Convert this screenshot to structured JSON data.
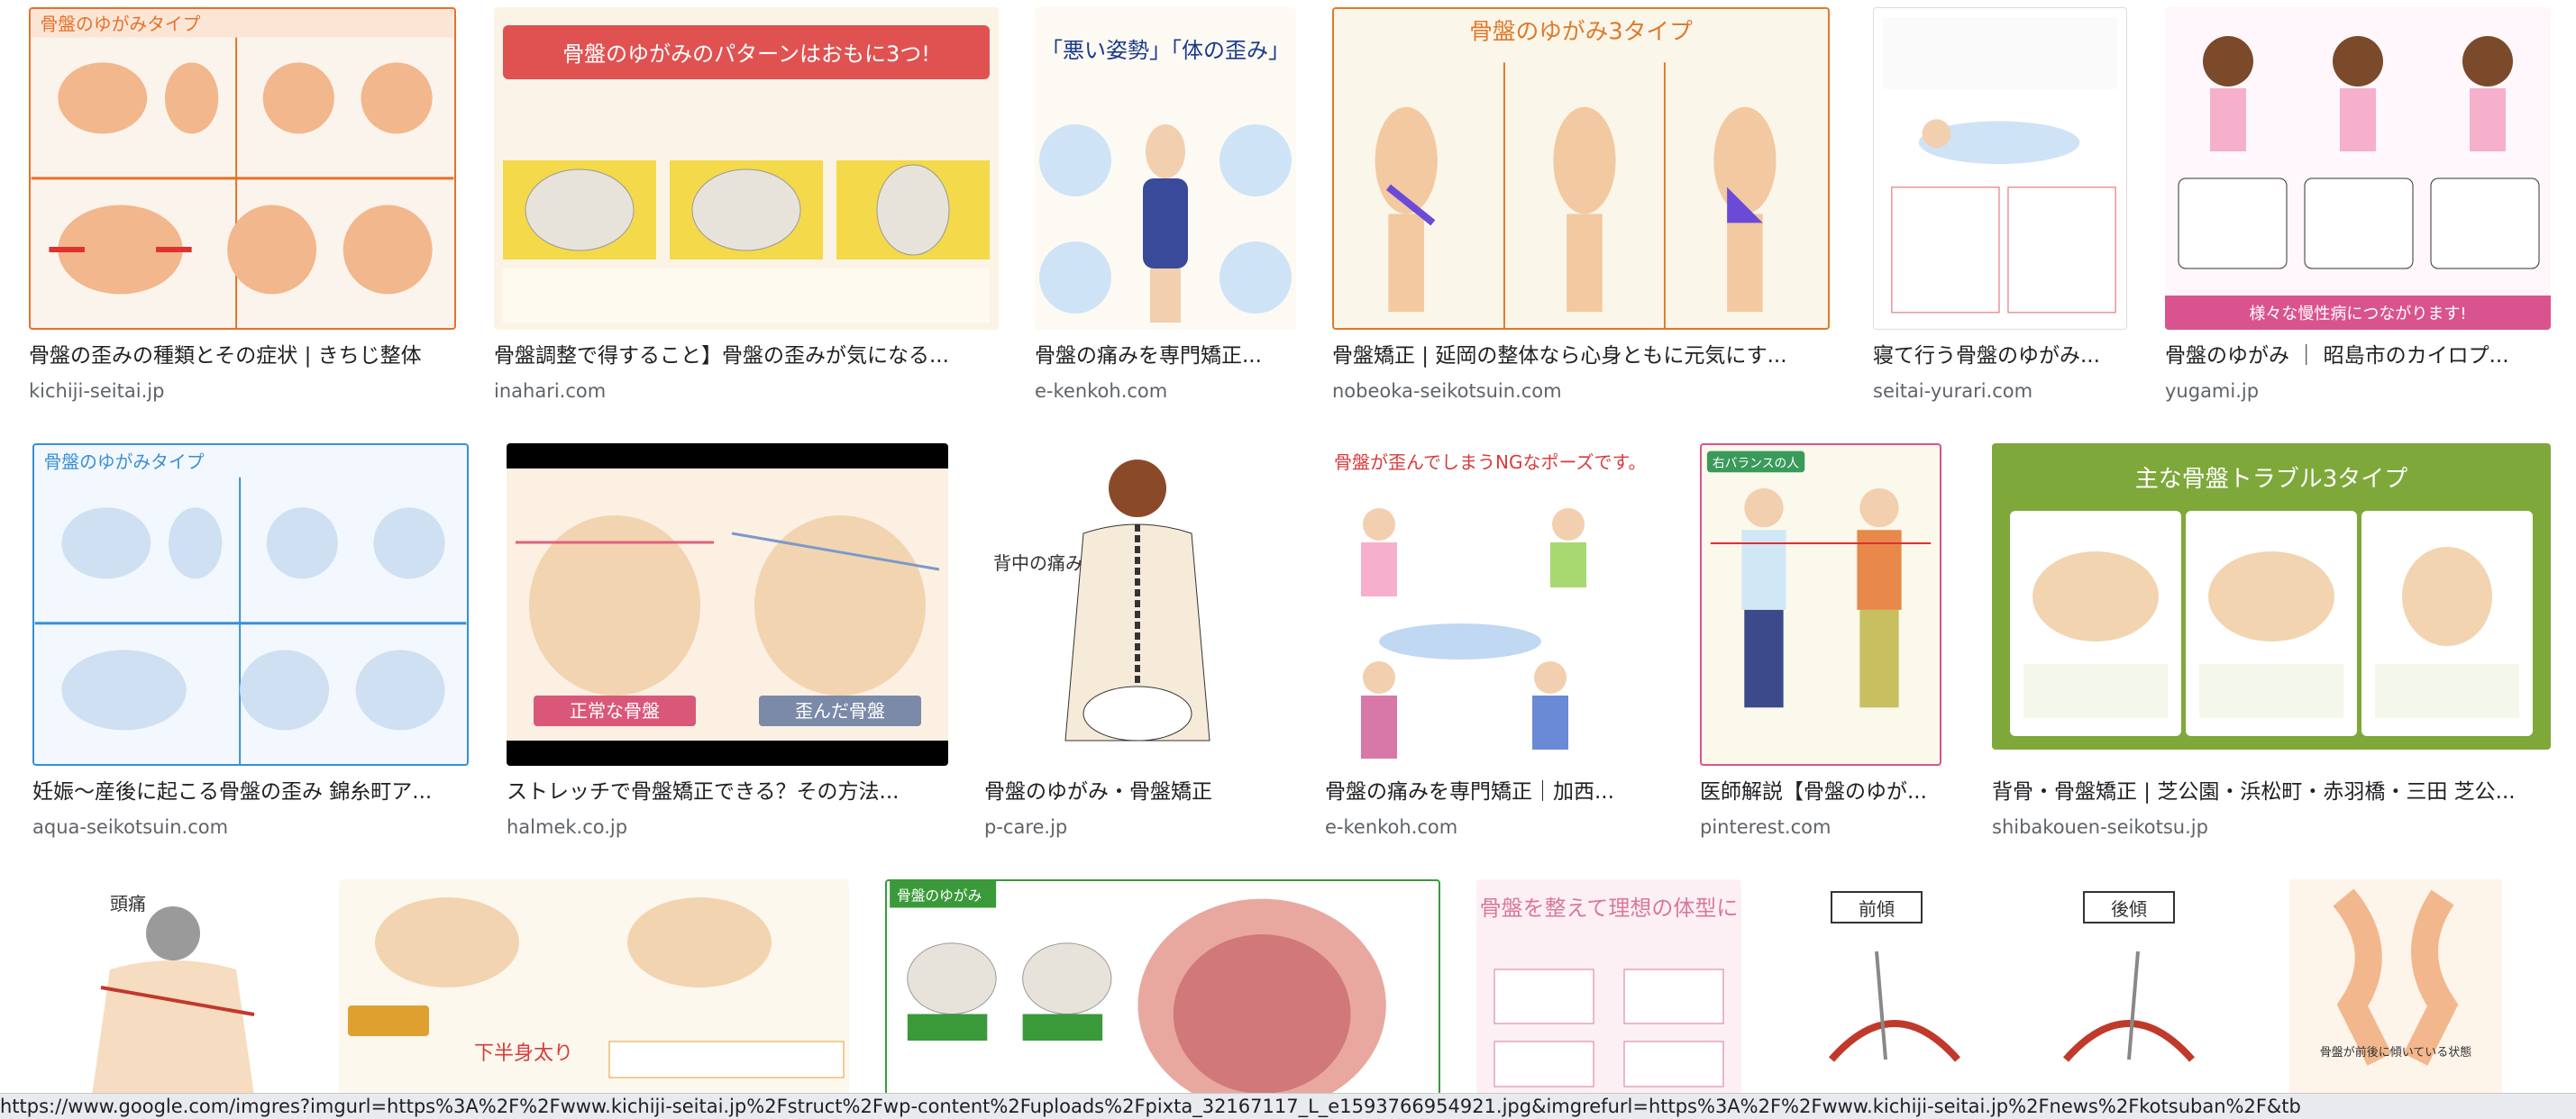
{
  "results": [
    {
      "title": "骨盤の歪みの種類とその症状 | きちじ整体",
      "domain": "kichiji-seitai.jp",
      "thumb_text": "骨盤のゆがみタイプ",
      "accent": "#e8702a"
    },
    {
      "title": "骨盤調整で得すること】骨盤の歪みが気になる...",
      "domain": "inahari.com",
      "thumb_text": "骨盤のゆがみのパターンはおもに3つ!",
      "accent": "#e05252"
    },
    {
      "title": "骨盤の痛みを専門矯正...",
      "domain": "e-kenkoh.com",
      "thumb_text": "「悪い姿勢」「体の歪み」",
      "accent": "#d93a3a"
    },
    {
      "title": "骨盤矯正 | 延岡の整体なら心身ともに元気にす...",
      "domain": "nobeoka-seikotsuin.com",
      "thumb_text": "骨盤のゆがみ3タイプ",
      "accent": "#e07a2a"
    },
    {
      "title": "寝て行う骨盤のゆがみ...",
      "domain": "seitai-yurari.com",
      "thumb_text": "",
      "accent": "#d94040"
    },
    {
      "title": "骨盤のゆがみ ｜ 昭島市のカイロプ...",
      "domain": "yugami.jp",
      "thumb_text": "様々な慢性病につながります!",
      "accent": "#d9548e"
    },
    {
      "title": "妊娠〜産後に起こる骨盤の歪み 錦糸町ア...",
      "domain": "aqua-seikotsuin.com",
      "thumb_text": "骨盤のゆがみタイプ",
      "accent": "#3a8fd6"
    },
    {
      "title": "ストレッチで骨盤矯正できる？その方法...",
      "domain": "halmek.co.jp",
      "thumb_text_a": "正常な骨盤",
      "thumb_text_b": "歪んだ骨盤",
      "accent": "#d9587a"
    },
    {
      "title": "骨盤のゆがみ・骨盤矯正",
      "domain": "p-care.jp",
      "thumb_text": "背中の痛み",
      "accent": "#333333"
    },
    {
      "title": "骨盤の痛みを専門矯正｜加西...",
      "domain": "e-kenkoh.com",
      "thumb_text": "骨盤が歪んでしまうNGなポーズです。",
      "accent": "#d93a3a"
    },
    {
      "title": "医師解説【骨盤のゆが...",
      "domain": "pinterest.com",
      "thumb_text": "右バランスの人",
      "accent": "#3a9a5a"
    },
    {
      "title": "背骨・骨盤矯正 | 芝公園・浜松町・赤羽橋・三田 芝公...",
      "domain": "shibakouen-seikotsu.jp",
      "thumb_text": "主な骨盤トラブル3タイプ",
      "accent": "#7ea83a"
    },
    {
      "title": "",
      "domain": "",
      "thumb_text": "頭痛",
      "accent": "#c0392b"
    },
    {
      "title": "",
      "domain": "",
      "thumb_text": "下半身太り",
      "accent": "#e0a030"
    },
    {
      "title": "",
      "domain": "",
      "thumb_text": "骨盤のゆがみ",
      "accent": "#3a9a3a"
    },
    {
      "title": "",
      "domain": "",
      "thumb_text": "骨盤を整えて理想の体型に",
      "accent": "#d9789a"
    },
    {
      "title": "",
      "domain": "",
      "thumb_text_a": "前傾",
      "thumb_text_b": "後傾",
      "accent": "#c0392b"
    },
    {
      "title": "",
      "domain": "",
      "thumb_text": "骨盤が前後に傾いている状態",
      "accent": "#e07a4a"
    }
  ],
  "status_url": "https://www.google.com/imgres?imgurl=https%3A%2F%2Fwww.kichiji-seitai.jp%2Fstruct%2Fwp-content%2Fuploads%2Fpixta_32167117_L_e1593766954921.jpg&imgrefurl=https%3A%2F%2Fwww.kichiji-seitai.jp%2Fnews%2Fkotsuban%2F&tb"
}
